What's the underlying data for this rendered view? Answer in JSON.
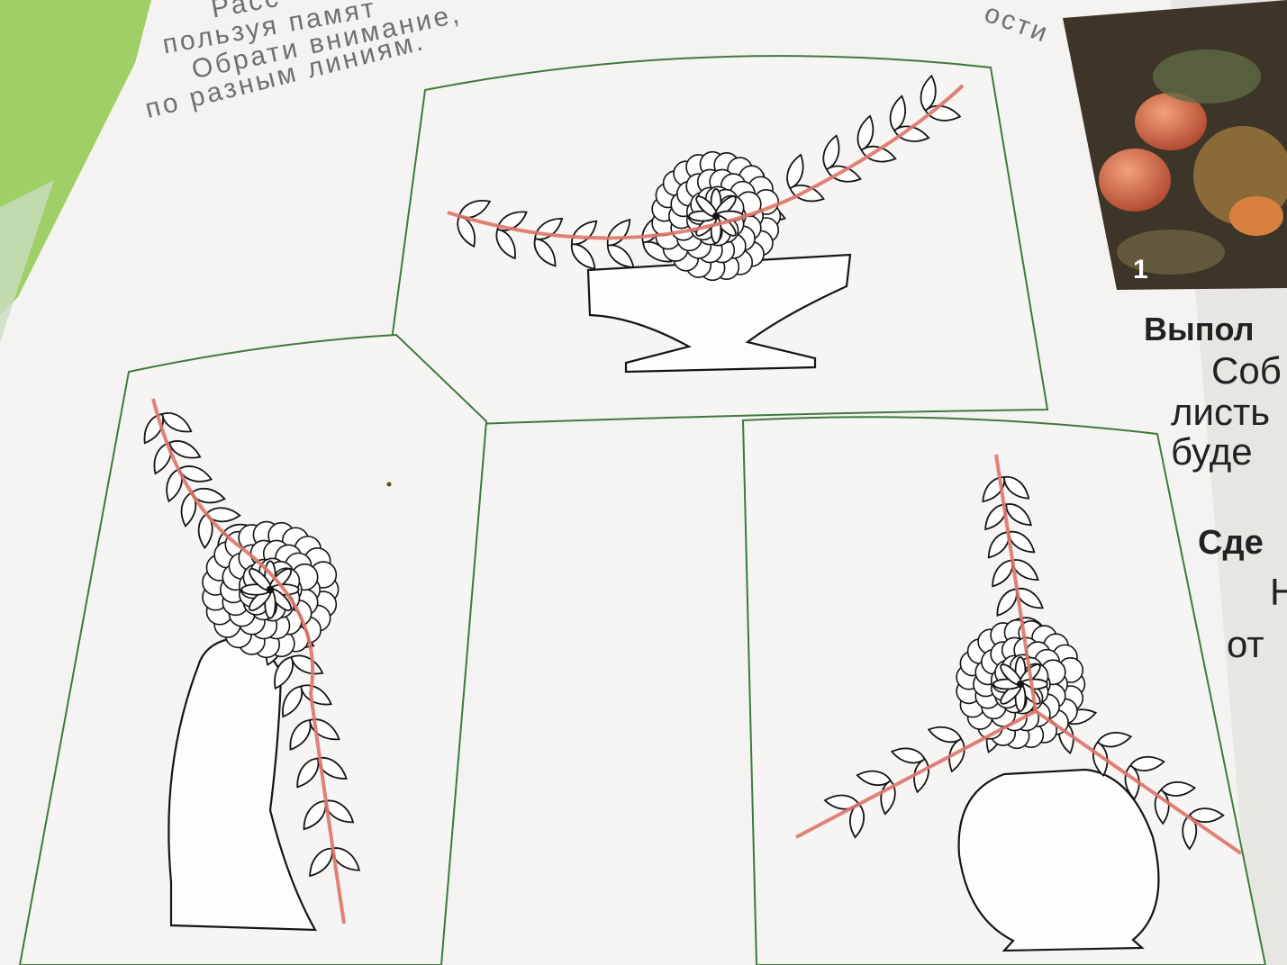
{
  "instructions": {
    "line_1": "Расс",
    "line_2": "пользуя памят",
    "line_3": "Обрати внимание,",
    "line_4": "по разным линиям.",
    "line_2_tail": "ости"
  },
  "side_text": {
    "heading_1": "Выпол",
    "line_1": "Соб",
    "line_2": "листь",
    "line_3": "буде",
    "heading_2": "Сде",
    "line_4": "Н",
    "line_5": "от"
  },
  "photo": {
    "number": "1"
  },
  "colors": {
    "page": "#f4f3f1",
    "frame": "#3f7a3c",
    "composition_line": "#de7468",
    "ink": "#151515",
    "green_tab": "#9fcf66"
  },
  "illustrations": [
    {
      "name": "low-bowl-arrangement",
      "line": "horizontal-arc"
    },
    {
      "name": "tall-vase-arrangement",
      "line": "s-curve"
    },
    {
      "name": "round-vase-arrangement",
      "line": "three-rays"
    }
  ]
}
